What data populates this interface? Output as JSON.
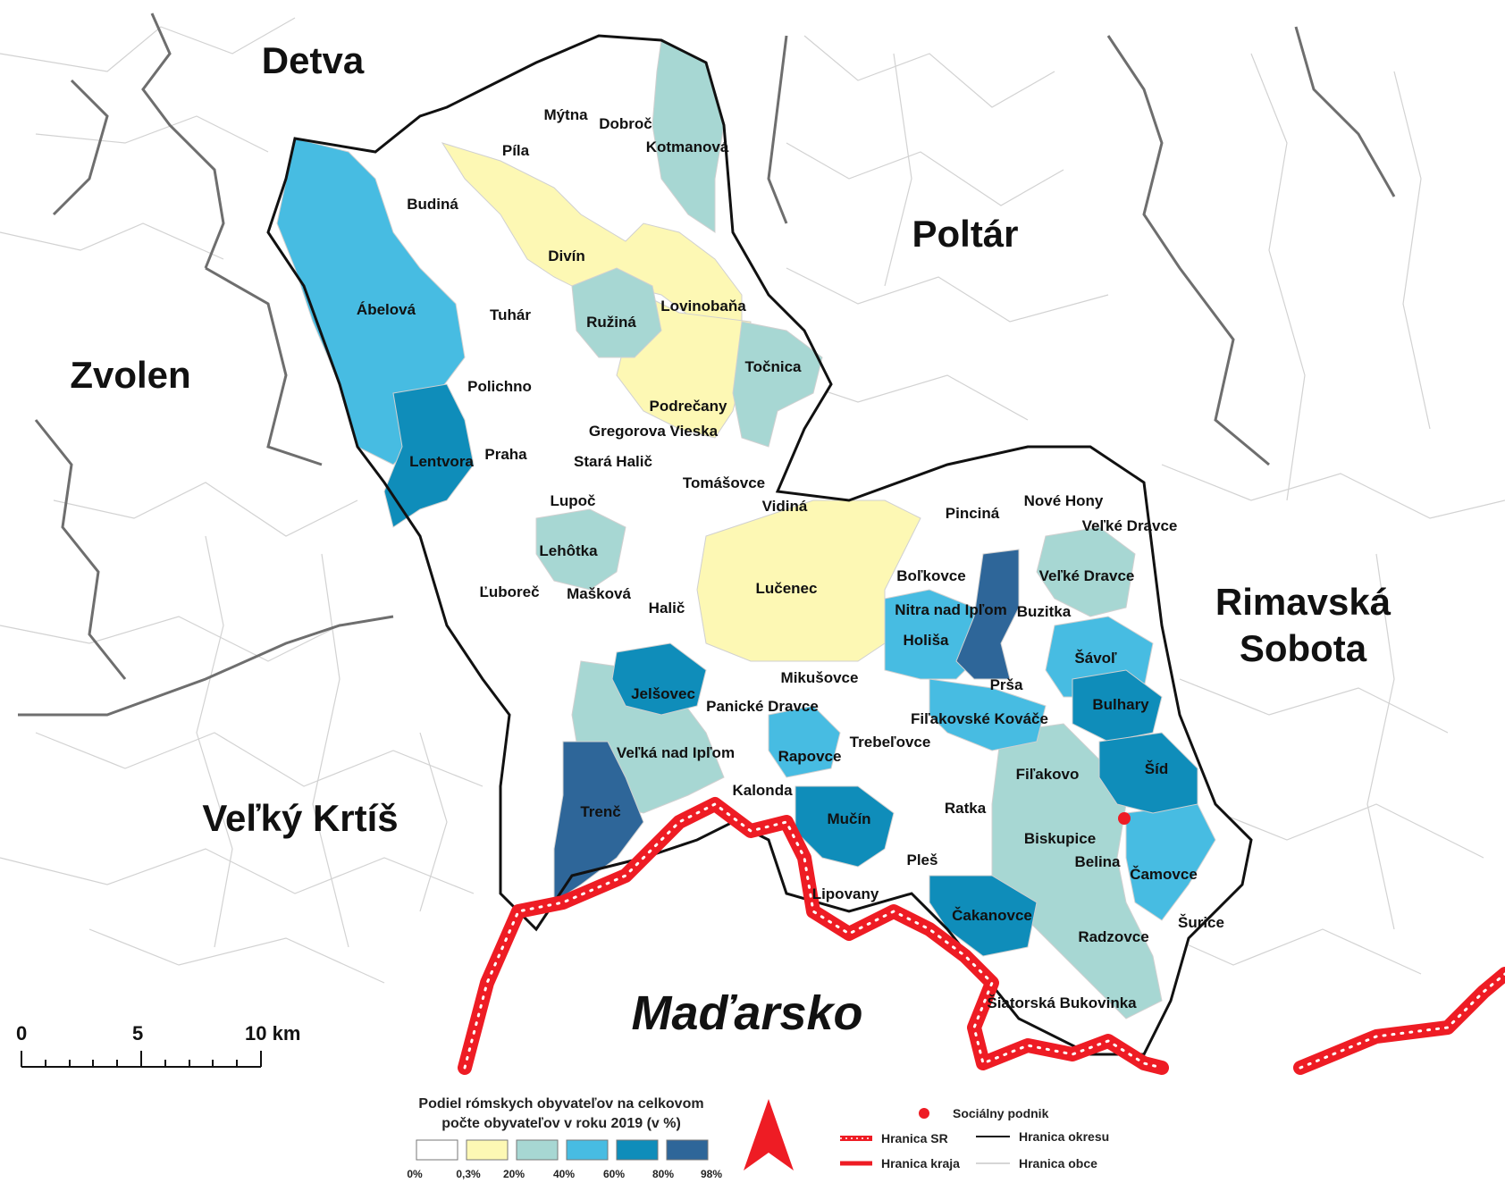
{
  "colors": {
    "c0": "#ffffff",
    "c1": "#fdf8b4",
    "c2": "#a7d7d3",
    "c3": "#47bce2",
    "c4": "#0f8dba",
    "c5": "#2e6699",
    "border_sr": "#ee1c24",
    "border_district": "#111111",
    "border_muni": "#c8c8c8",
    "social_enterprise": "#ee1c24"
  },
  "districts": {
    "detva": "Detva",
    "poltar": "Poltár",
    "zvolen": "Zvolen",
    "rimavska_1": "Rimavská",
    "rimavska_2": "Sobota",
    "velky_krtis": "Veľký Krtíš"
  },
  "country": "Maďarsko",
  "municipalities": [
    {
      "name": "Mýtna",
      "class": 0
    },
    {
      "name": "Dobroč",
      "class": 0
    },
    {
      "name": "Píla",
      "class": 0
    },
    {
      "name": "Kotmanová",
      "class": 2
    },
    {
      "name": "Budiná",
      "class": 0
    },
    {
      "name": "Divín",
      "class": 1
    },
    {
      "name": "Ábelová",
      "class": 3
    },
    {
      "name": "Tuhár",
      "class": 0
    },
    {
      "name": "Ružiná",
      "class": 2
    },
    {
      "name": "Lovinobaňa",
      "class": 1
    },
    {
      "name": "Točnica",
      "class": 2
    },
    {
      "name": "Polichno",
      "class": 0
    },
    {
      "name": "Podrečany",
      "class": 1
    },
    {
      "name": "Gregorova Vieska",
      "class": 0
    },
    {
      "name": "Lentvora",
      "class": 4
    },
    {
      "name": "Praha",
      "class": 0
    },
    {
      "name": "Stará Halič",
      "class": 0
    },
    {
      "name": "Tomášovce",
      "class": 0
    },
    {
      "name": "Lupoč",
      "class": 0
    },
    {
      "name": "Vidiná",
      "class": 0
    },
    {
      "name": "Pinciná",
      "class": 0
    },
    {
      "name": "Nové Hony",
      "class": 0
    },
    {
      "name": "Veľké Dravce",
      "class": 2
    },
    {
      "name": "Lehôtka",
      "class": 2
    },
    {
      "name": "Boľkovce",
      "class": 0
    },
    {
      "name": "Veľké Dravce",
      "class": 2
    },
    {
      "name": "Ľuboreč",
      "class": 0
    },
    {
      "name": "Mašková",
      "class": 0
    },
    {
      "name": "Lučenec",
      "class": 1
    },
    {
      "name": "Nitra nad Ipľom",
      "class": 3
    },
    {
      "name": "Buzitka",
      "class": 5
    },
    {
      "name": "Halič",
      "class": 0
    },
    {
      "name": "Holiša",
      "class": 3
    },
    {
      "name": "Šávoľ",
      "class": 3
    },
    {
      "name": "Mikušovce",
      "class": 0
    },
    {
      "name": "Prša",
      "class": 0
    },
    {
      "name": "Jelšovec",
      "class": 4
    },
    {
      "name": "Panické Dravce",
      "class": 0
    },
    {
      "name": "Bulhary",
      "class": 4
    },
    {
      "name": "Fiľakovské Kováče",
      "class": 3
    },
    {
      "name": "Trebeľovce",
      "class": 0
    },
    {
      "name": "Rapovce",
      "class": 3
    },
    {
      "name": "Veľká nad Ipľom",
      "class": 2
    },
    {
      "name": "Šíd",
      "class": 4
    },
    {
      "name": "Fiľakovo",
      "class": 2
    },
    {
      "name": "Kalonda",
      "class": 0
    },
    {
      "name": "Ratka",
      "class": 0
    },
    {
      "name": "Trenč",
      "class": 5
    },
    {
      "name": "Mučín",
      "class": 4
    },
    {
      "name": "Biskupice",
      "class": 2
    },
    {
      "name": "Pleš",
      "class": 0
    },
    {
      "name": "Belina",
      "class": 2
    },
    {
      "name": "Čamovce",
      "class": 3
    },
    {
      "name": "Lipovany",
      "class": 0
    },
    {
      "name": "Čakanovce",
      "class": 4
    },
    {
      "name": "Šurice",
      "class": 0
    },
    {
      "name": "Radzovce",
      "class": 2
    },
    {
      "name": "Šiatorská Bukovinka",
      "class": 2
    }
  ],
  "scale_bar": {
    "label_0": "0",
    "label_5": "5",
    "label_10": "10 km"
  },
  "legend": {
    "title_line1": "Podiel rómskych obyvateľov na celkovom",
    "title_line2": "počte obyvateľov v roku 2019 (v %)",
    "breaks": [
      "0%",
      "0,3%",
      "20%",
      "40%",
      "60%",
      "80%",
      "98%"
    ],
    "social_enterprise": "Sociálny podnik",
    "border_sr": "Hranica SR",
    "border_district": "Hranica okresu",
    "border_region": "Hranica kraja",
    "border_municipality": "Hranica obce"
  }
}
